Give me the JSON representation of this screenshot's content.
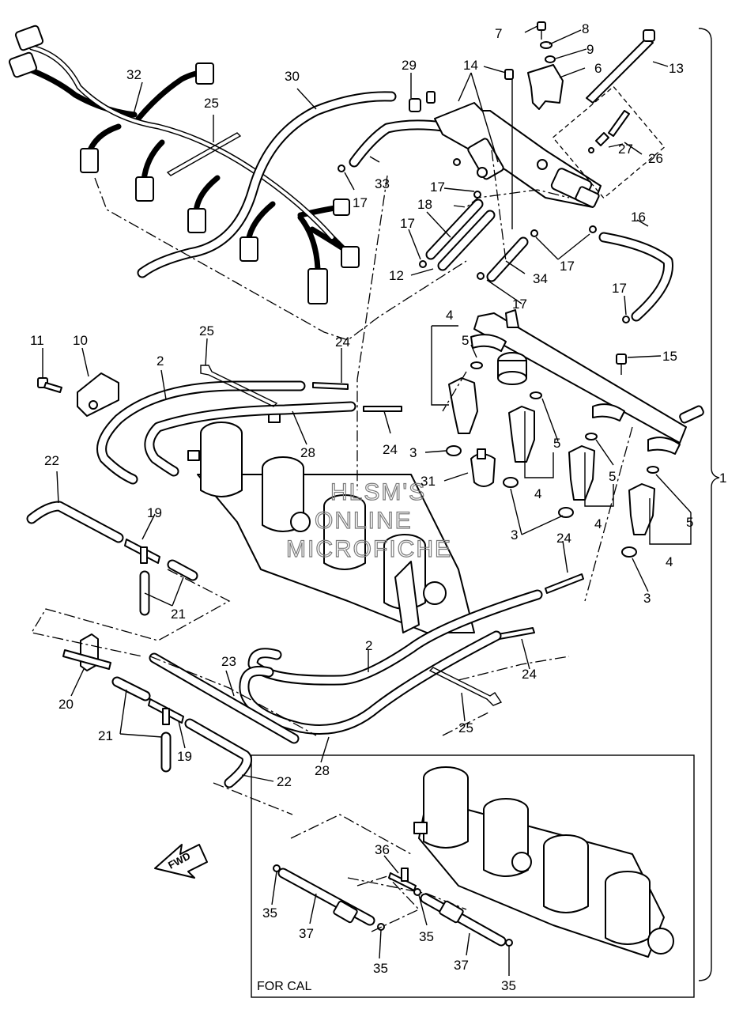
{
  "watermark": [
    "HLSM'S",
    "ONLINE",
    "MICROFICHE"
  ],
  "direction_arrow": "FWD",
  "inset_caption": "FOR CAL",
  "callouts": [
    {
      "id": "c1",
      "text": "1"
    },
    {
      "id": "c2a",
      "text": "2"
    },
    {
      "id": "c2b",
      "text": "2"
    },
    {
      "id": "c3a",
      "text": "3"
    },
    {
      "id": "c3b",
      "text": "3"
    },
    {
      "id": "c3c",
      "text": "3"
    },
    {
      "id": "c4a",
      "text": "4"
    },
    {
      "id": "c4b",
      "text": "4"
    },
    {
      "id": "c4c",
      "text": "4"
    },
    {
      "id": "c4d",
      "text": "4"
    },
    {
      "id": "c5a",
      "text": "5"
    },
    {
      "id": "c5b",
      "text": "5"
    },
    {
      "id": "c5c",
      "text": "5"
    },
    {
      "id": "c5d",
      "text": "5"
    },
    {
      "id": "c6",
      "text": "6"
    },
    {
      "id": "c7",
      "text": "7"
    },
    {
      "id": "c8",
      "text": "8"
    },
    {
      "id": "c9",
      "text": "9"
    },
    {
      "id": "c10",
      "text": "10"
    },
    {
      "id": "c11",
      "text": "11"
    },
    {
      "id": "c12",
      "text": "12"
    },
    {
      "id": "c13",
      "text": "13"
    },
    {
      "id": "c14",
      "text": "14"
    },
    {
      "id": "c15",
      "text": "15"
    },
    {
      "id": "c16",
      "text": "16"
    },
    {
      "id": "c17a",
      "text": "17"
    },
    {
      "id": "c17b",
      "text": "17"
    },
    {
      "id": "c17c",
      "text": "17"
    },
    {
      "id": "c17d",
      "text": "17"
    },
    {
      "id": "c17e",
      "text": "17"
    },
    {
      "id": "c17f",
      "text": "17"
    },
    {
      "id": "c18",
      "text": "18"
    },
    {
      "id": "c19a",
      "text": "19"
    },
    {
      "id": "c19b",
      "text": "19"
    },
    {
      "id": "c20",
      "text": "20"
    },
    {
      "id": "c21a",
      "text": "21"
    },
    {
      "id": "c21b",
      "text": "21"
    },
    {
      "id": "c22a",
      "text": "22"
    },
    {
      "id": "c22b",
      "text": "22"
    },
    {
      "id": "c23",
      "text": "23"
    },
    {
      "id": "c24a",
      "text": "24"
    },
    {
      "id": "c24b",
      "text": "24"
    },
    {
      "id": "c24c",
      "text": "24"
    },
    {
      "id": "c24d",
      "text": "24"
    },
    {
      "id": "c25a",
      "text": "25"
    },
    {
      "id": "c25b",
      "text": "25"
    },
    {
      "id": "c25c",
      "text": "25"
    },
    {
      "id": "c26",
      "text": "26"
    },
    {
      "id": "c27",
      "text": "27"
    },
    {
      "id": "c28a",
      "text": "28"
    },
    {
      "id": "c28b",
      "text": "28"
    },
    {
      "id": "c29",
      "text": "29"
    },
    {
      "id": "c30",
      "text": "30"
    },
    {
      "id": "c31",
      "text": "31"
    },
    {
      "id": "c32",
      "text": "32"
    },
    {
      "id": "c33",
      "text": "33"
    },
    {
      "id": "c34",
      "text": "34"
    },
    {
      "id": "c35a",
      "text": "35"
    },
    {
      "id": "c35b",
      "text": "35"
    },
    {
      "id": "c35c",
      "text": "35"
    },
    {
      "id": "c35d",
      "text": "35"
    },
    {
      "id": "c36",
      "text": "36"
    },
    {
      "id": "c37a",
      "text": "37"
    },
    {
      "id": "c37b",
      "text": "37"
    }
  ]
}
